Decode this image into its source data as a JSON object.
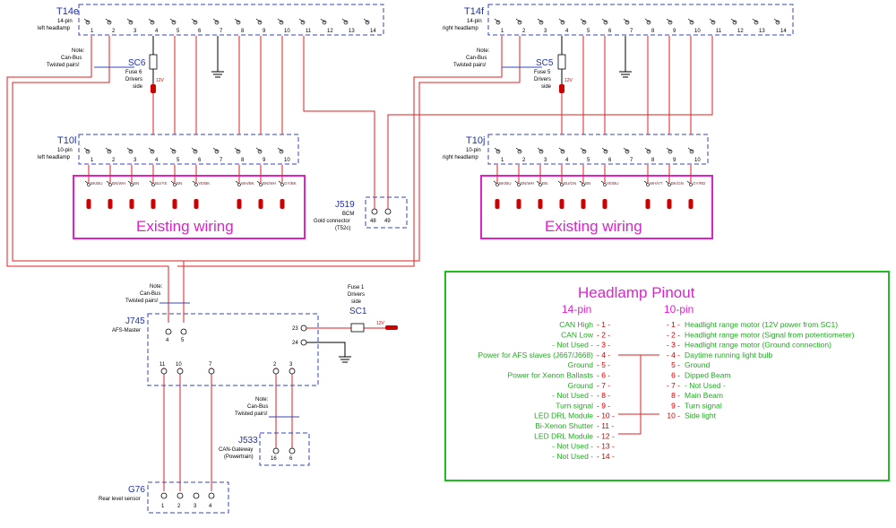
{
  "colors": {
    "connector": "#2233aa",
    "wire": "#dd2222",
    "existing": "#dd22cc",
    "pinout_box": "#22aa22"
  },
  "t14e": {
    "id": "T14e",
    "desc1": "14-pin",
    "desc2": "left headlamp",
    "pins": [
      "1",
      "2",
      "3",
      "4",
      "5",
      "6",
      "7",
      "8",
      "9",
      "10",
      "11",
      "12",
      "13",
      "14"
    ]
  },
  "t14f": {
    "id": "T14f",
    "desc1": "14-pin",
    "desc2": "right headlamp",
    "pins": [
      "1",
      "2",
      "3",
      "4",
      "5",
      "6",
      "7",
      "8",
      "9",
      "10",
      "11",
      "12",
      "13",
      "14"
    ]
  },
  "t10l": {
    "id": "T10l",
    "desc1": "10-pin",
    "desc2": "left headlamp",
    "pins": [
      "1",
      "2",
      "3",
      "4",
      "5",
      "6",
      "7",
      "8",
      "9",
      "10"
    ]
  },
  "t10j": {
    "id": "T10j",
    "desc1": "10-pin",
    "desc2": "right headlamp",
    "pins": [
      "1",
      "2",
      "3",
      "4",
      "5",
      "6",
      "7",
      "8",
      "9",
      "10"
    ]
  },
  "note_canbus": {
    "l1": "Note:",
    "l2": "Can-Bus",
    "l3": "Twisted pairs!"
  },
  "sc6": {
    "id": "SC6",
    "l1": "Fuse 6",
    "l2": "Drivers",
    "l3": "side",
    "v": "12V"
  },
  "sc5": {
    "id": "SC5",
    "l1": "Fuse 5",
    "l2": "Drivers",
    "l3": "side",
    "v": "12V"
  },
  "existing_left": {
    "label": "Existing wiring",
    "wires": [
      "BK/BU",
      "BN/WH",
      "BN",
      "BU/YE",
      "BN",
      "YE/BK",
      "WH/BK",
      "BN/WH",
      "GY/BK"
    ]
  },
  "existing_right": {
    "label": "Existing wiring",
    "wires": [
      "BK/BU",
      "BN/WH",
      "BN",
      "BU/GN",
      "BN",
      "YE/BU",
      "WH/VT",
      "BK/GN",
      "GY/RD"
    ]
  },
  "j519": {
    "id": "J519",
    "l1": "BCM",
    "l2": "Gold connector",
    "l3": "(T52c)",
    "pins": [
      "48",
      "49"
    ]
  },
  "sc1": {
    "l1": "Fuse 1",
    "l2": "Drivers",
    "l3": "side",
    "id": "SC1",
    "v": "12V"
  },
  "j745": {
    "id": "J745",
    "desc": "AFS-Master",
    "pins_top": [
      "4",
      "5"
    ],
    "pins_right": [
      "23",
      "24"
    ],
    "pins_bottom": [
      "11",
      "10",
      "7",
      "2",
      "3"
    ]
  },
  "j533": {
    "id": "J533",
    "l1": "CAN-Gateway",
    "l2": "(Powertrain)",
    "pins": [
      "16",
      "6"
    ]
  },
  "g76": {
    "id": "G76",
    "desc": "Rear level sensor",
    "pins": [
      "1",
      "2",
      "3",
      "4"
    ]
  },
  "pinout": {
    "title": "Headlamp Pinout",
    "col14": "14-pin",
    "col10": "10-pin",
    "rows14": [
      {
        "name": "CAN High",
        "num": "- 1 -"
      },
      {
        "name": "CAN Low",
        "num": "- 2 -"
      },
      {
        "name": "- Not Used -",
        "num": "- 3 -"
      },
      {
        "name": "Power for AFS slaves (J667/J668)",
        "num": "- 4 -"
      },
      {
        "name": "Ground",
        "num": "- 5 -"
      },
      {
        "name": "Power for Xenon Ballasts",
        "num": "- 6 -"
      },
      {
        "name": "Ground",
        "num": "- 7 -"
      },
      {
        "name": "- Not Used -",
        "num": "- 8 -"
      },
      {
        "name": "Turn signal",
        "num": "- 9 -"
      },
      {
        "name": "LED DRL Module",
        "num": "- 10 -"
      },
      {
        "name": "Bi-Xenon Shutter",
        "num": "- 11 -"
      },
      {
        "name": "LED DRL Module",
        "num": "- 12 -"
      },
      {
        "name": "- Not Used -",
        "num": "- 13 -"
      },
      {
        "name": "- Not Used -",
        "num": "- 14 -"
      }
    ],
    "rows10": [
      {
        "num": "- 1 -",
        "name": "Headlight range motor (12V power from SC1)"
      },
      {
        "num": "- 2 -",
        "name": "Headlight range motor (Signal from potentiometer)"
      },
      {
        "num": "- 3 -",
        "name": "Headlight range motor (Ground connection)"
      },
      {
        "num": "- 4 -",
        "name": "Daytime running light bulb"
      },
      {
        "num": "5 -",
        "name": "Ground"
      },
      {
        "num": "6 -",
        "name": "Dipped Beam"
      },
      {
        "num": "- 7 -",
        "name": "- Not Used -"
      },
      {
        "num": "8 -",
        "name": "Main Beam"
      },
      {
        "num": "9 -",
        "name": "Turn signal"
      },
      {
        "num": "10 -",
        "name": "Side light"
      }
    ]
  }
}
